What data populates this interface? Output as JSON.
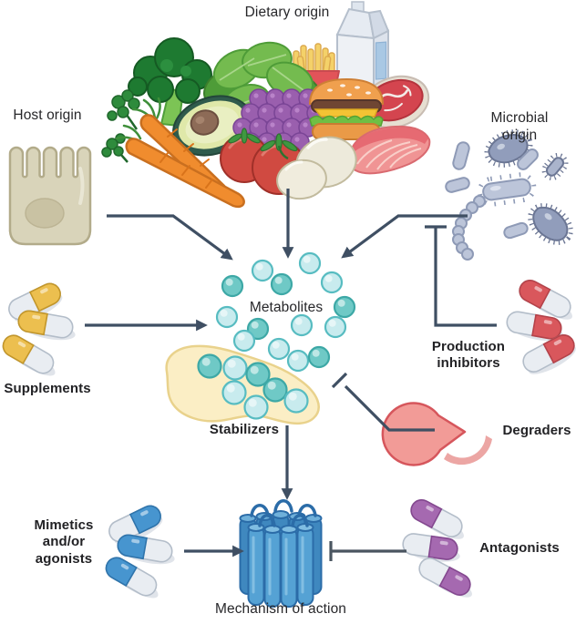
{
  "nodes": {
    "dietary_origin": {
      "label": "Dietary origin"
    },
    "host_origin": {
      "label": "Host origin"
    },
    "microbial_origin": {
      "label": "Microbial origin"
    },
    "metabolites": {
      "label": "Metabolites"
    },
    "mechanism_of_action": {
      "label": "Mechanism of action"
    }
  },
  "modulators": {
    "supplements": {
      "label": "Supplements"
    },
    "production_inhibitors": {
      "label": "Production\ninhibitors"
    },
    "stabilizers": {
      "label": "Stabilizers"
    },
    "degraders": {
      "label": "Degraders"
    },
    "mimetics": {
      "label": "Mimetics\nand/or\nagonists"
    },
    "antagonists": {
      "label": "Antagonists"
    }
  },
  "edges": [
    {
      "from": "host_origin",
      "to": "metabolites",
      "type": "arrow"
    },
    {
      "from": "dietary_origin",
      "to": "metabolites",
      "type": "arrow"
    },
    {
      "from": "microbial_origin",
      "to": "metabolites",
      "type": "arrow"
    },
    {
      "from": "supplements",
      "to": "metabolites",
      "type": "arrow"
    },
    {
      "from": "production_inhibitors",
      "to": "microbial_origin_arrow",
      "type": "inhibition"
    },
    {
      "from": "degraders",
      "to": "metabolites",
      "type": "inhibition"
    },
    {
      "from": "stabilizers",
      "to": "metabolites",
      "type": "contains"
    },
    {
      "from": "metabolites",
      "to": "mechanism_of_action",
      "type": "arrow"
    },
    {
      "from": "mimetics",
      "to": "mechanism_of_action",
      "type": "arrow"
    },
    {
      "from": "antagonists",
      "to": "mechanism_of_action",
      "type": "inhibition"
    }
  ],
  "colors": {
    "arrow": "#3f4f63",
    "metabolite_light_fill": "#c8ebee",
    "metabolite_light_stroke": "#57bcc1",
    "metabolite_dark_fill": "#6fc9c6",
    "metabolite_dark_stroke": "#3da8a6",
    "stabilizer_blob_fill": "#fbeec5",
    "stabilizer_blob_stroke": "#e9d28c",
    "supplements_capsule": "#ecbf4f",
    "production_inhibitors_capsule": "#d9575c",
    "mimetics_capsule": "#4795cf",
    "antagonists_capsule": "#a569b0",
    "capsule_white": "#e9edf2",
    "degrader_fill": "#f29b97",
    "degrader_stroke": "#d6565c",
    "mechanism_cylinder": "#4f9ed2",
    "bacteria_light": "#bcc5d9",
    "bacteria_dark": "#919dbb",
    "host_cell_fill": "#d9d4ba",
    "host_cell_stroke": "#b2ab8a",
    "grape": "#9a5fae",
    "tomato": "#d04a41",
    "carrot": "#f08c2e"
  }
}
